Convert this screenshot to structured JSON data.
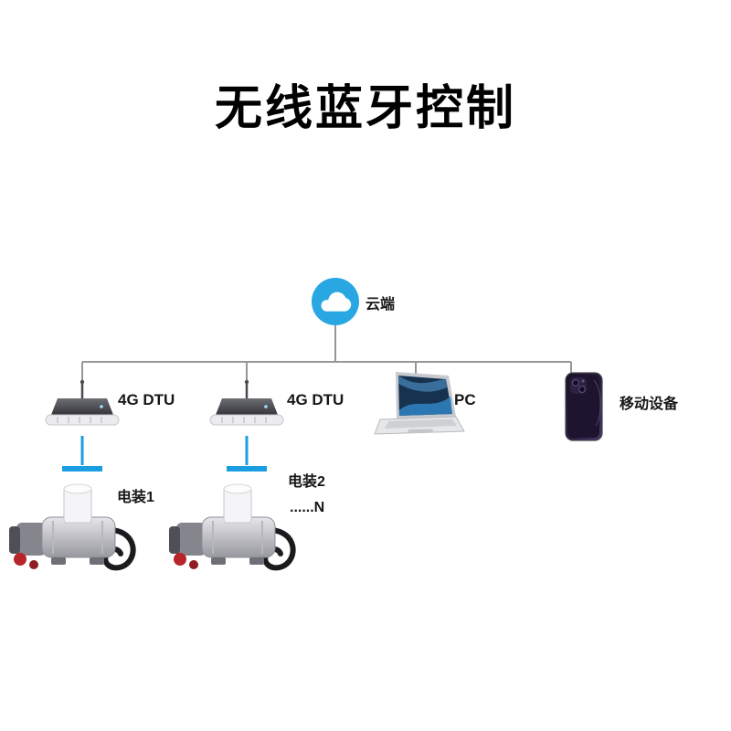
{
  "title": "无线蓝牙控制",
  "diagram": {
    "cloud": {
      "label": "云端",
      "icon": "cloud-icon"
    },
    "devices": [
      {
        "id": "dtu1",
        "label": "4G DTU",
        "icon": "router-antenna-icon"
      },
      {
        "id": "dtu2",
        "label": "4G DTU",
        "icon": "router-antenna-icon"
      },
      {
        "id": "pc",
        "label": "PC",
        "icon": "laptop-icon"
      },
      {
        "id": "mobile",
        "label": "移动设备",
        "icon": "smartphone-icon"
      }
    ],
    "actuators": [
      {
        "id": "act1",
        "label": "电装1",
        "sublabel": ""
      },
      {
        "id": "act2",
        "label": "电装2",
        "sublabel": "......N"
      }
    ],
    "colors": {
      "cloud": "#29a7e3",
      "link": "#1b9de2",
      "connector": "#979797"
    }
  }
}
